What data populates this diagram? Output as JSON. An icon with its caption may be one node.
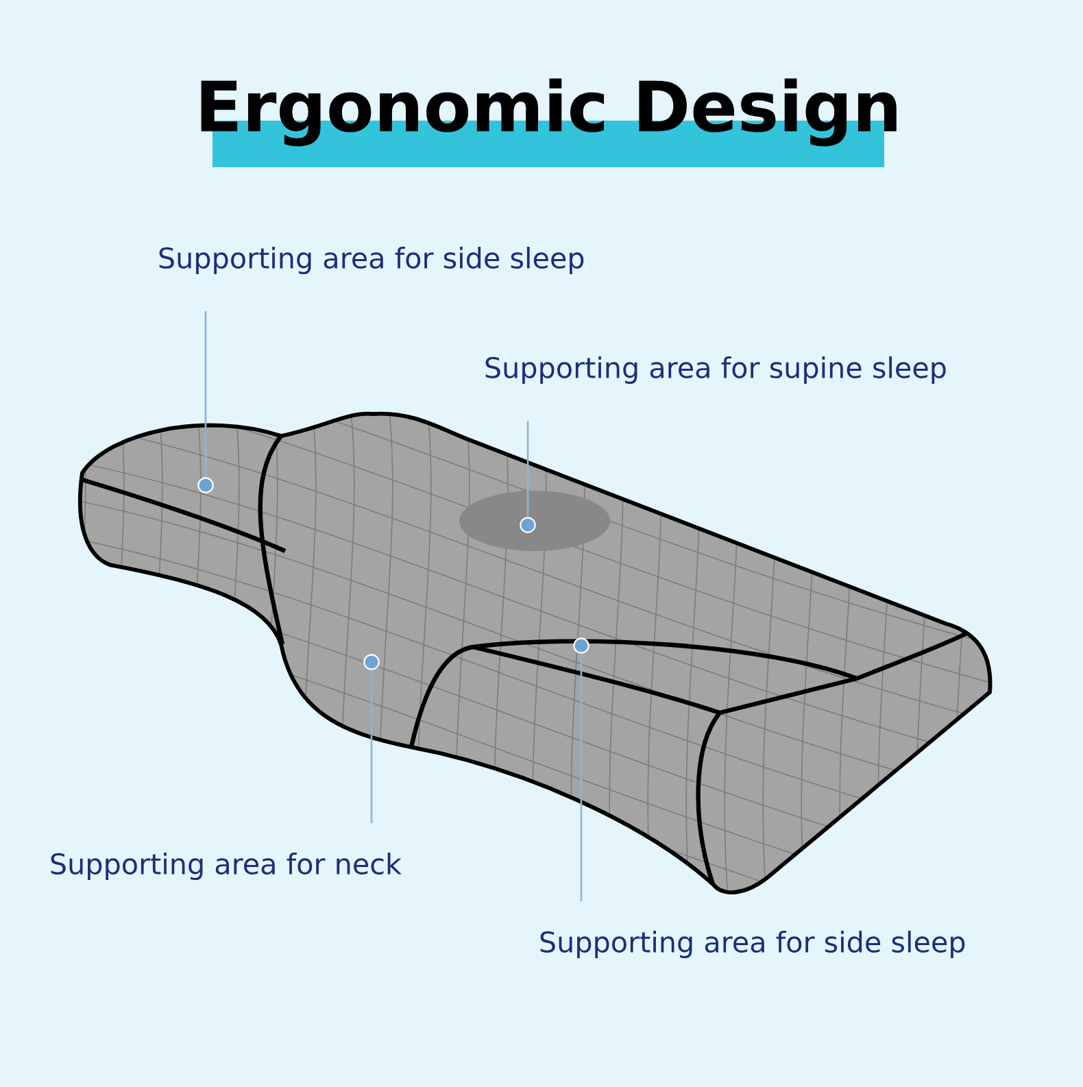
{
  "diagram": {
    "title": "Ergonomic Design",
    "nodes": [
      {
        "text": [
          "Supporting area for side sleep"
        ]
      },
      {
        "text": [],
        "shape": "circle"
      },
      {
        "text": [
          "Supporting area for supine sleep"
        ]
      },
      {
        "text": [],
        "shape": "circle"
      },
      {
        "text": [
          "Supporting area for neck"
        ]
      },
      {
        "text": [],
        "shape": "circle"
      },
      {
        "text": [
          "Supporting area for side sleep"
        ]
      },
      {
        "text": [],
        "shape": "circle"
      }
    ],
    "edges": [
      {
        "from": 0,
        "to": 1,
        "arrow": "none"
      },
      {
        "from": 2,
        "to": 3,
        "arrow": "none"
      },
      {
        "from": 4,
        "to": 5,
        "arrow": "none"
      },
      {
        "from": 6,
        "to": 7,
        "arrow": "none"
      }
    ]
  }
}
